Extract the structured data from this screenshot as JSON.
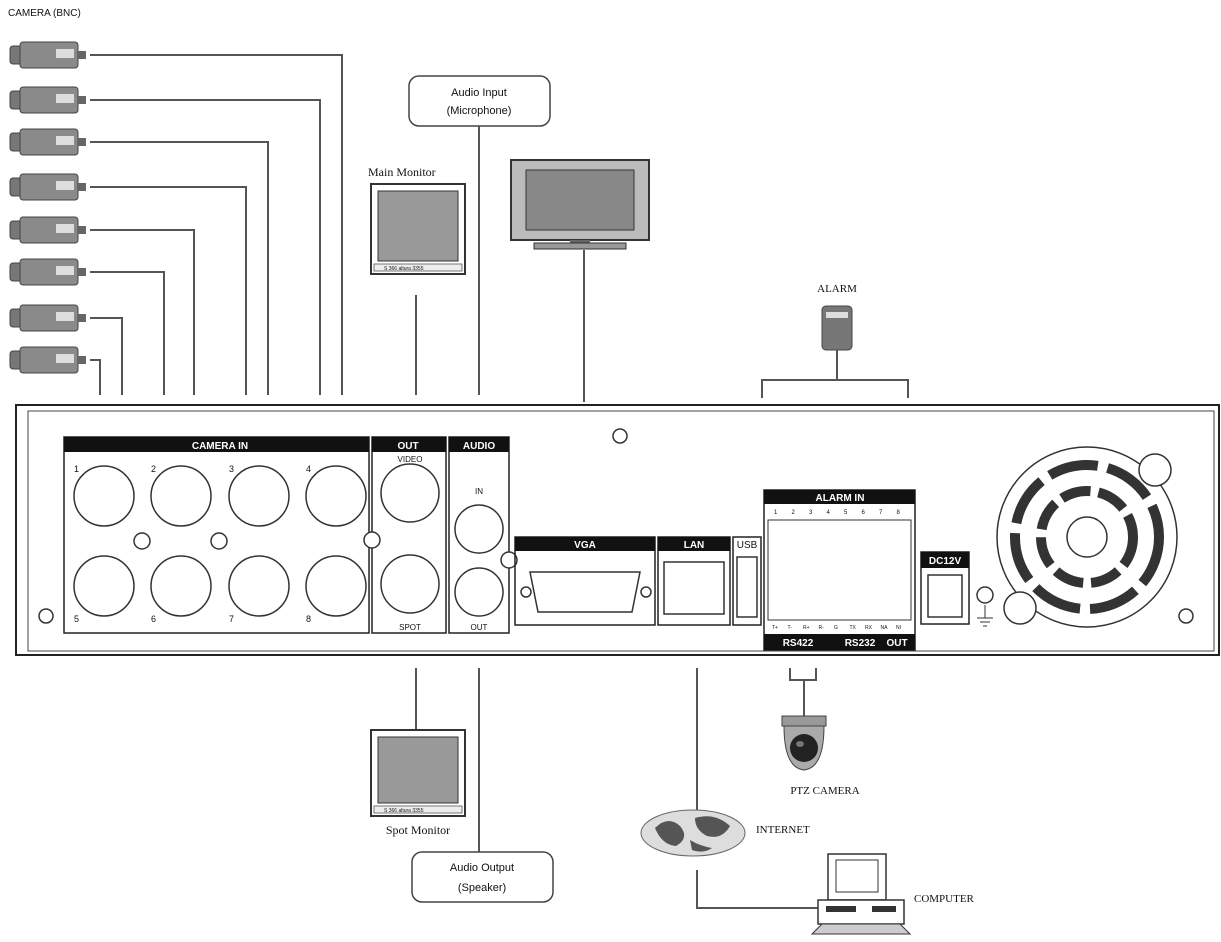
{
  "labels": {
    "camera_bnc": "CAMERA (BNC)",
    "main_monitor": "Main Monitor",
    "audio_input_line1": "Audio Input",
    "audio_input_line2": "(Microphone)",
    "alarm": "ALARM",
    "spot_monitor": "Spot Monitor",
    "audio_output_line1": "Audio Output",
    "audio_output_line2": "(Speaker)",
    "ptz_camera": "PTZ CAMERA",
    "internet": "INTERNET",
    "computer": "COMPUTER"
  },
  "panel": {
    "camera_in": "CAMERA IN",
    "out": "OUT",
    "audio": "AUDIO",
    "video": "VIDEO",
    "spot": "SPOT",
    "in": "IN",
    "audio_out": "OUT",
    "vga": "VGA",
    "lan": "LAN",
    "usb": "USB",
    "alarm_in": "ALARM IN",
    "rs422": "RS422",
    "rs232": "RS232",
    "alarm_out": "OUT",
    "dc12v": "DC12V",
    "camera_numbers_top": [
      "1",
      "2",
      "3",
      "4"
    ],
    "camera_numbers_bottom": [
      "5",
      "6",
      "7",
      "8"
    ],
    "alarm_numbers": [
      "1",
      "2",
      "3",
      "4",
      "5",
      "6",
      "7",
      "8"
    ],
    "bottom_pin_labels": [
      "T+",
      "T-",
      "R+",
      "R-",
      "G",
      "TX",
      "RX",
      "NA",
      "NI"
    ]
  },
  "colors": {
    "panel_header": "#111111",
    "wire": "#555555",
    "camera_body": "#8a8a8a",
    "monitor_screen": "#999999"
  }
}
